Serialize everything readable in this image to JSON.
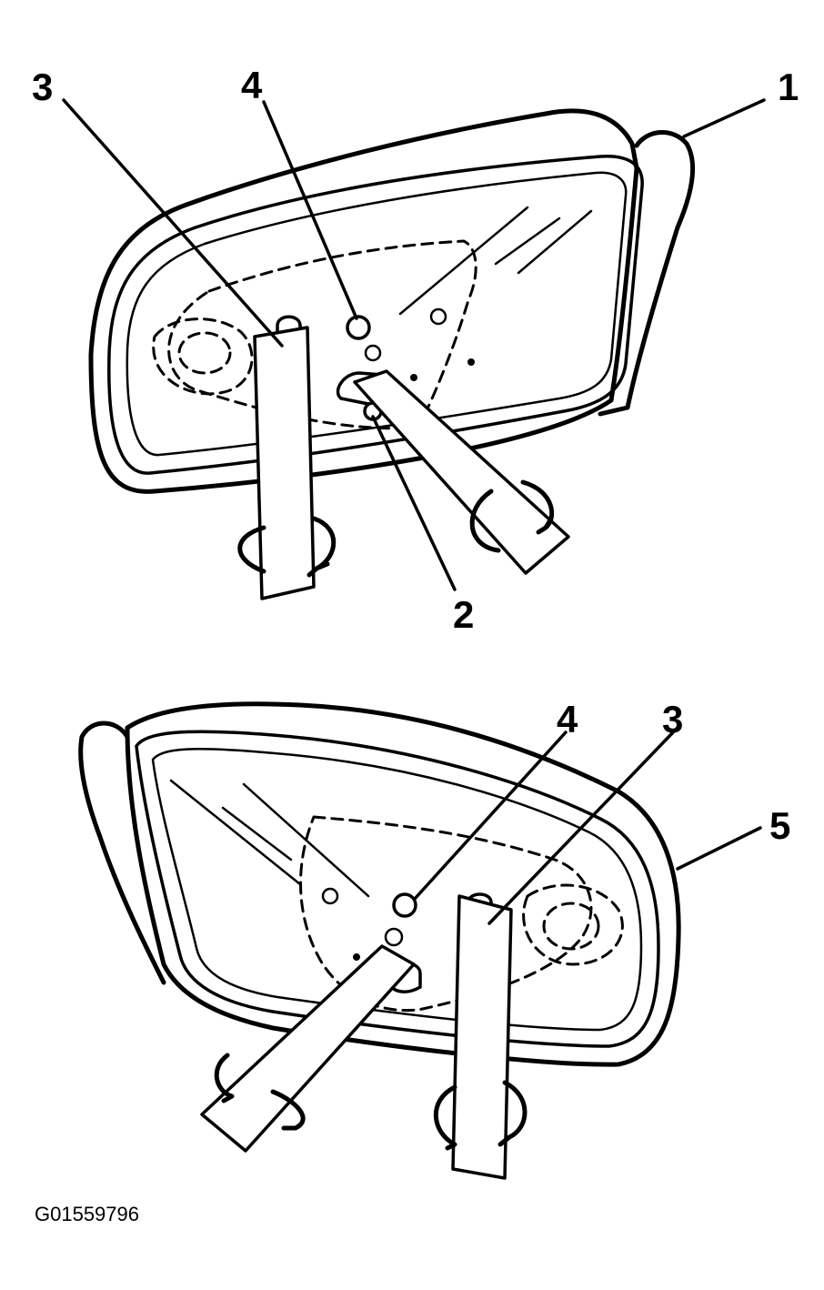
{
  "figure": {
    "figure_id": "G01559796",
    "top_view": {
      "callouts": {
        "c1": "1",
        "c2": "2",
        "c3": "3",
        "c4": "4"
      }
    },
    "bottom_view": {
      "callouts": {
        "c3": "3",
        "c4": "4",
        "c5": "5"
      }
    }
  }
}
